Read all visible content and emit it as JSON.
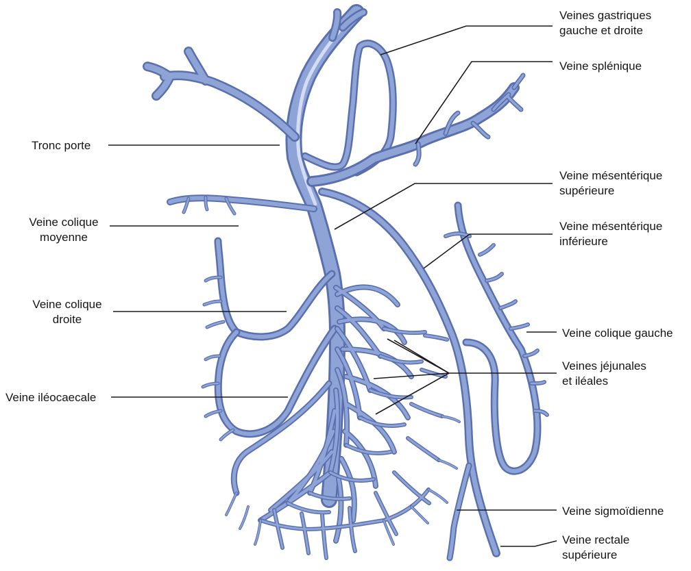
{
  "labels": {
    "veines_gastriques_1": "Veines gastriques",
    "veines_gastriques_2": "gauche et droite",
    "veine_splenique": "Veine splénique",
    "tronc_porte": "Tronc porte",
    "veine_mes_sup_1": "Veine mésentérique",
    "veine_mes_sup_2": "supérieure",
    "veine_mes_inf_1": "Veine mésentérique",
    "veine_mes_inf_2": "inférieure",
    "veine_colique_moyenne_1": "Veine colique",
    "veine_colique_moyenne_2": "moyenne",
    "veine_colique_droite_1": "Veine colique",
    "veine_colique_droite_2": "droite",
    "veine_ileocaecale": "Veine iléocaecale",
    "veine_colique_gauche": "Veine colique gauche",
    "veines_jejunales_1": "Veines jéjunales",
    "veines_jejunales_2": "et iléales",
    "veine_sigmoidienne": "Veine sigmoïdienne",
    "veine_rectale_1": "Veine rectale",
    "veine_rectale_2": "supérieure"
  },
  "colors": {
    "vein_fill": "#8fa4d6",
    "vein_edge": "#5a6fae",
    "vein_highlight": "#c9d4ef",
    "leader": "#1a1a1a",
    "text": "#151515"
  }
}
